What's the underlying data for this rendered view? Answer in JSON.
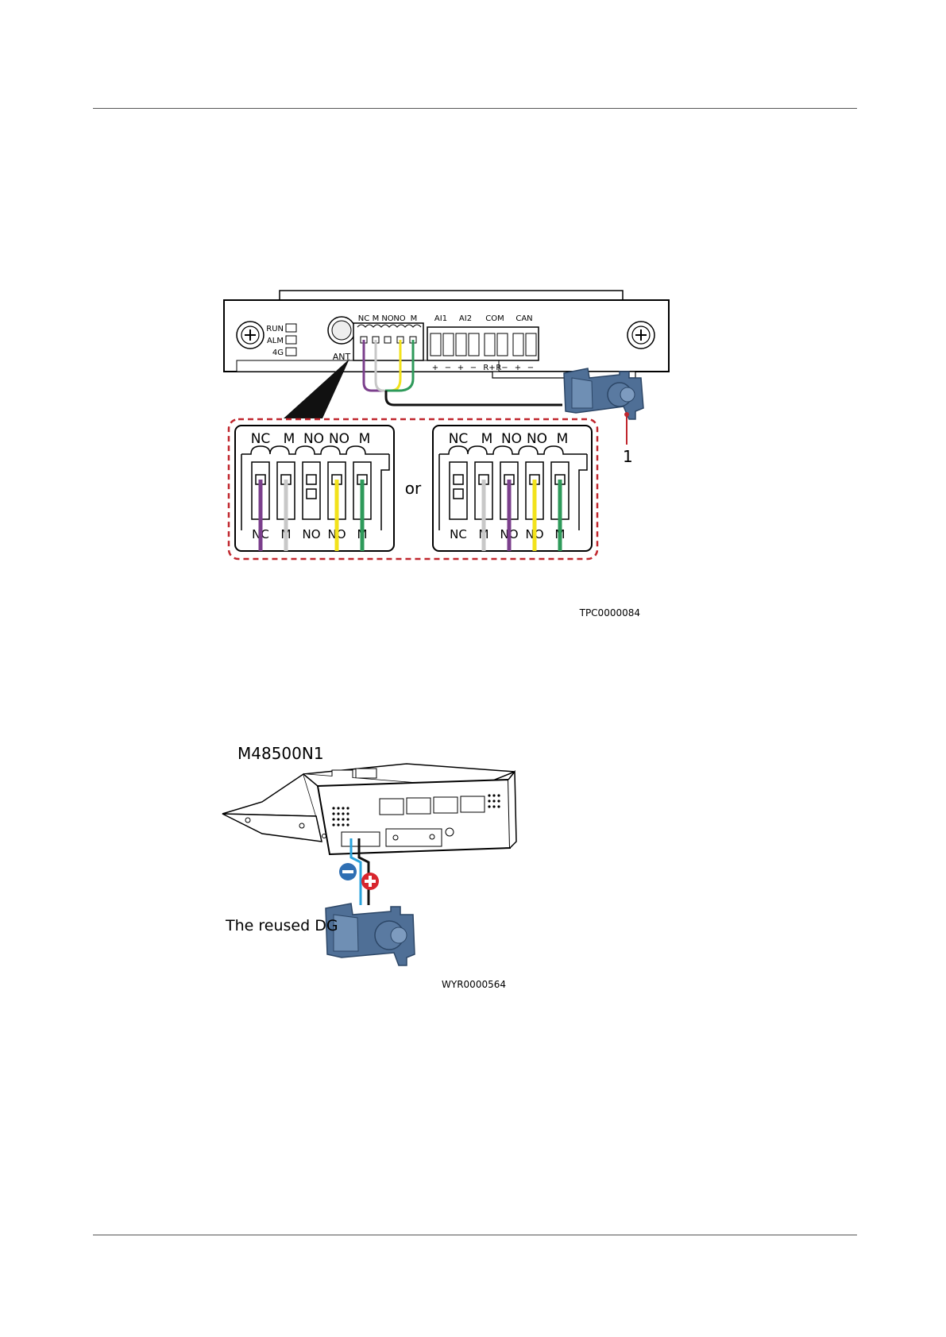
{
  "figure1": {
    "leds": [
      "RUN",
      "ALM",
      "4G"
    ],
    "antenna_label": "ANT",
    "port_groups": [
      "AI1",
      "AI2",
      "COM",
      "CAN"
    ],
    "top_pins": [
      "NC",
      "M",
      "NO",
      "NO",
      "M"
    ],
    "polarity": [
      "+",
      "−",
      "+",
      "−",
      "R+",
      "R−",
      "+",
      "−"
    ],
    "bottom_pins_left": [
      "NC",
      "M",
      "NO",
      "NO",
      "M"
    ],
    "bottom_pins_right": [
      "NC",
      "M",
      "NO",
      "NO",
      "M"
    ],
    "or_text": "or",
    "callout": "1",
    "code": "TPC0000084",
    "wire_colors": {
      "purple": "#7b3f8c",
      "white": "#c8c8c8",
      "yellow": "#f2e21c",
      "green": "#2e9a5a",
      "black": "#111111"
    }
  },
  "figure2": {
    "model": "M48500N1",
    "device_label": "The reused DG",
    "code": "WYR0000564",
    "minus_color": "#2f6fb3",
    "plus_color": "#d8262e"
  }
}
